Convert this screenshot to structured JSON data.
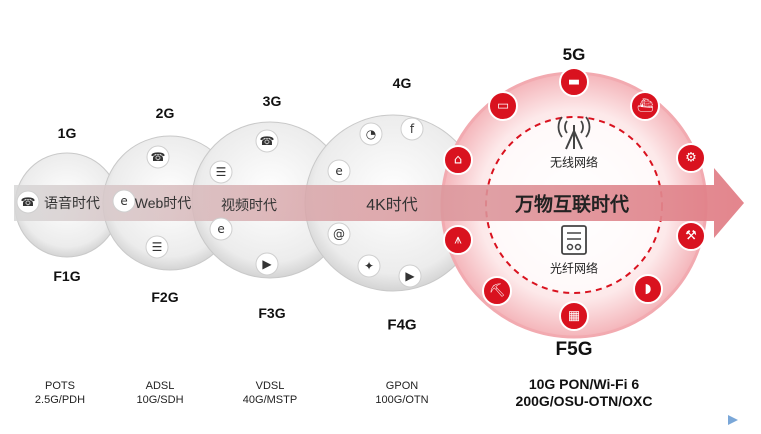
{
  "generations": [
    {
      "top": "1G",
      "bottom": "F1G",
      "era": "语音时代",
      "tech": [
        "POTS",
        "2.5G/PDH"
      ]
    },
    {
      "top": "2G",
      "bottom": "F2G",
      "era": "Web时代",
      "tech": [
        "ADSL",
        "10G/SDH"
      ]
    },
    {
      "top": "3G",
      "bottom": "F3G",
      "era": "视频时代",
      "tech": [
        "VDSL",
        "40G/MSTP"
      ]
    },
    {
      "top": "4G",
      "bottom": "F4G",
      "era": "4K时代",
      "tech": [
        "GPON",
        "100G/OTN"
      ]
    },
    {
      "top": "5G",
      "bottom": "F5G",
      "era": "万物互联时代",
      "tech": [
        "10G PON/Wi-Fi 6",
        "200G/OSU-OTN/OXC"
      ]
    }
  ],
  "center": {
    "wireless": "无线网络",
    "optical": "光纤网络"
  },
  "icons": {
    "g1": [
      "phone-icon"
    ],
    "g2": [
      "phone-icon",
      "ie-icon",
      "fax-icon"
    ],
    "g3": [
      "phone-icon",
      "fax-icon",
      "ie-icon",
      "video-play-icon"
    ],
    "g4": [
      "gauge-icon",
      "facebook-icon",
      "ie-icon",
      "at-sign-icon",
      "gamepad-icon",
      "video-play-icon"
    ],
    "g5_ring": [
      "vr-glasses-icon",
      "ship-icon",
      "brain-gear-icon",
      "robot-arm-icon",
      "vr-headset-icon",
      "building-icon",
      "excavator-icon",
      "power-tower-icon",
      "factory-icon",
      "car-icon"
    ]
  },
  "colors": {
    "accent": "#d9121f",
    "halo": "#f6c9cc",
    "bubble": "#d9d9d9",
    "arrow": "#e58c92"
  }
}
